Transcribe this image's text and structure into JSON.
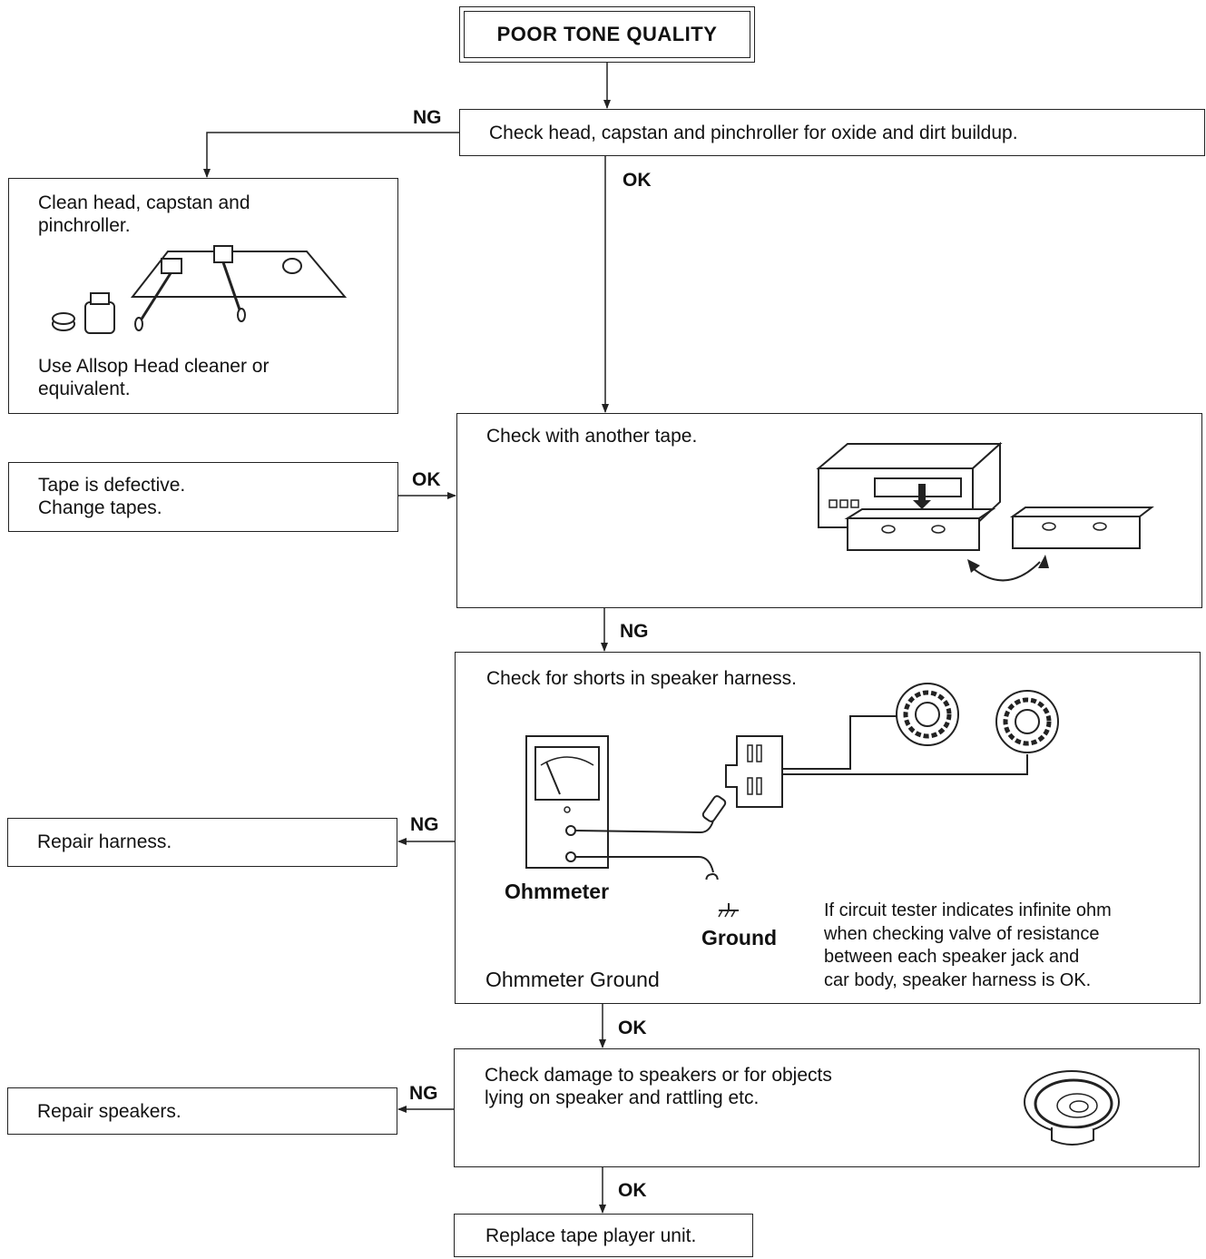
{
  "title": "POOR TONE QUALITY",
  "labels": {
    "ok": "OK",
    "ng": "NG"
  },
  "step1": {
    "text": "Check head, capstan and pinchroller for oxide and dirt buildup."
  },
  "clean": {
    "line1": "Clean head, capstan and",
    "line2": "pinchroller.",
    "line3": "Use Allsop Head cleaner or",
    "line4": "equivalent."
  },
  "tape_defective": {
    "line1": "Tape is defective.",
    "line2": "Change tapes."
  },
  "step2": {
    "text": "Check with another tape."
  },
  "step3": {
    "text": "Check for shorts in speaker harness.",
    "ohmmeter_label": "Ohmmeter",
    "ground_label": "Ground",
    "caption": "Ohmmeter Ground",
    "note1": "If circuit tester indicates infinite ohm",
    "note2": "when checking valve of resistance",
    "note3": "between each speaker jack and",
    "note4": "car body, speaker harness is OK."
  },
  "repair_harness": {
    "text": "Repair harness."
  },
  "step4": {
    "line1": "Check damage to speakers or for objects",
    "line2": "lying on speaker and rattling etc."
  },
  "repair_speakers": {
    "text": "Repair speakers."
  },
  "final": {
    "text": "Replace tape player unit."
  }
}
